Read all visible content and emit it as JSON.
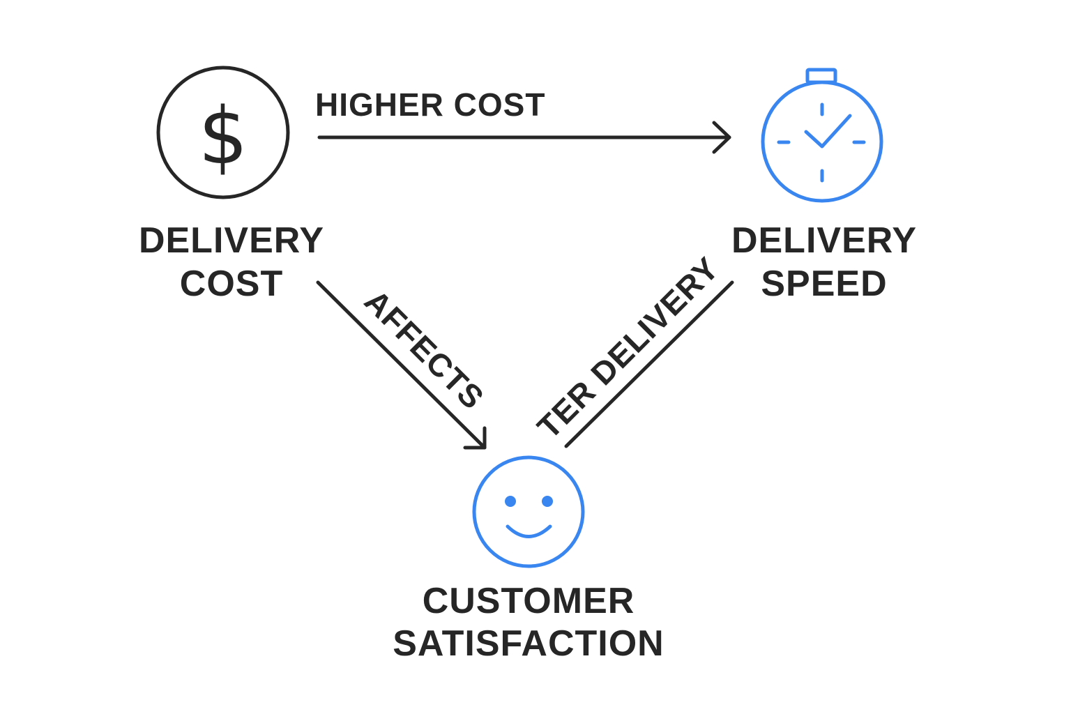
{
  "colors": {
    "ink": "#262626",
    "accent": "#3a86f0",
    "background": "#ffffff"
  },
  "nodes": {
    "cost": {
      "icon": "dollar-coin-icon",
      "label_line1": "DELIVERY",
      "label_line2": "COST",
      "symbol": "$"
    },
    "speed": {
      "icon": "stopwatch-icon",
      "label_line1": "DELIVERY",
      "label_line2": "SPEED"
    },
    "satisfaction": {
      "icon": "smiley-face-icon",
      "label_line1": "CUSTOMER",
      "label_line2": "SATISFACTION"
    }
  },
  "edges": {
    "cost_to_speed": {
      "label": "HIGHER COST"
    },
    "cost_to_satisfaction": {
      "label": "AFFECTS"
    },
    "speed_to_satisfaction": {
      "label": "TER DELIVERY"
    }
  }
}
